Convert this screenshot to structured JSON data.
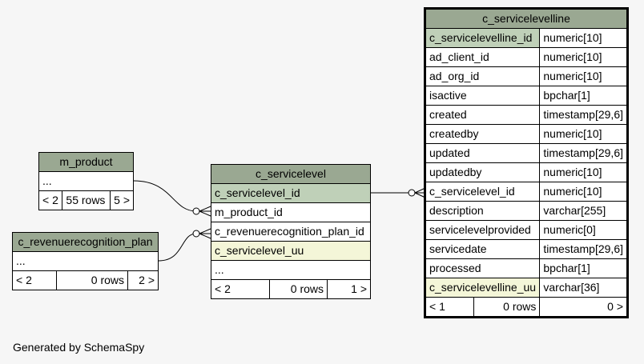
{
  "m_product": {
    "title": "m_product",
    "ellipsis": "...",
    "footer": [
      "< 2",
      "55 rows",
      "5 >"
    ]
  },
  "revplan": {
    "title": "c_revenuerecognition_plan",
    "ellipsis": "...",
    "footer": [
      "< 2",
      "0 rows",
      "2 >"
    ]
  },
  "servicelevel": {
    "title": "c_servicelevel",
    "rows": [
      {
        "name": "c_servicelevel_id",
        "kind": "pk"
      },
      {
        "name": "m_product_id",
        "kind": ""
      },
      {
        "name": "c_revenuerecognition_plan_id",
        "kind": ""
      },
      {
        "name": "c_servicelevel_uu",
        "kind": "uu"
      },
      {
        "name": "...",
        "kind": ""
      }
    ],
    "footer": [
      "< 2",
      "0 rows",
      "1 >"
    ]
  },
  "servicelevelline": {
    "title": "c_servicelevelline",
    "rows": [
      {
        "name": "c_servicelevelline_id",
        "type": "numeric[10]",
        "kind": "pk"
      },
      {
        "name": "ad_client_id",
        "type": "numeric[10]",
        "kind": ""
      },
      {
        "name": "ad_org_id",
        "type": "numeric[10]",
        "kind": ""
      },
      {
        "name": "isactive",
        "type": "bpchar[1]",
        "kind": ""
      },
      {
        "name": "created",
        "type": "timestamp[29,6]",
        "kind": ""
      },
      {
        "name": "createdby",
        "type": "numeric[10]",
        "kind": ""
      },
      {
        "name": "updated",
        "type": "timestamp[29,6]",
        "kind": ""
      },
      {
        "name": "updatedby",
        "type": "numeric[10]",
        "kind": ""
      },
      {
        "name": "c_servicelevel_id",
        "type": "numeric[10]",
        "kind": ""
      },
      {
        "name": "description",
        "type": "varchar[255]",
        "kind": ""
      },
      {
        "name": "servicelevelprovided",
        "type": "numeric[0]",
        "kind": ""
      },
      {
        "name": "servicedate",
        "type": "timestamp[29,6]",
        "kind": ""
      },
      {
        "name": "processed",
        "type": "bpchar[1]",
        "kind": ""
      },
      {
        "name": "c_servicelevelline_uu",
        "type": "varchar[36]",
        "kind": "uu"
      }
    ],
    "footer": [
      "< 1",
      "0 rows",
      "0 >"
    ]
  },
  "footer_text": "Generated by SchemaSpy"
}
